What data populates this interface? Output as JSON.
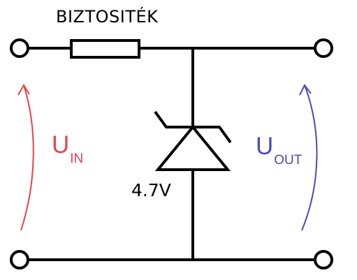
{
  "fuse": {
    "label": "BIZTOSITÉK"
  },
  "zener": {
    "label": "4.7V"
  },
  "input_voltage": {
    "main": "U",
    "sub": "IN",
    "color": "#e8424d"
  },
  "output_voltage": {
    "main": "U",
    "sub": "OUT",
    "color": "#4b4bb5"
  },
  "wire_color": "#000000"
}
